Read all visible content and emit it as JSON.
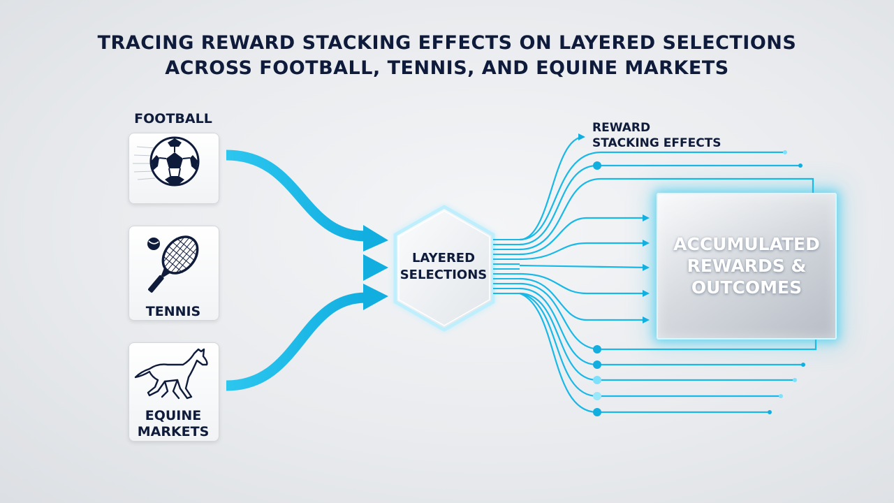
{
  "title": {
    "line1": "TRACING REWARD STACKING EFFECTS ON LAYERED SELECTIONS",
    "line2": "ACROSS FOOTBALL, TENNIS, AND EQUINE MARKETS"
  },
  "sources": {
    "football": {
      "label": "FOOTBALL",
      "icon": "soccer-ball-icon"
    },
    "tennis": {
      "label": "TENNIS",
      "icon": "tennis-racket-icon"
    },
    "equine": {
      "label_line1": "EQUINE",
      "label_line2": "MARKETS",
      "icon": "horse-icon"
    }
  },
  "hub": {
    "line1": "LAYERED",
    "line2": "SELECTIONS"
  },
  "stacking": {
    "line1": "REWARD",
    "line2": "STACKING EFFECTS"
  },
  "output": {
    "line1": "ACCUMULATED",
    "line2": "REWARDS &",
    "line3": "OUTCOMES"
  },
  "colors": {
    "accent": "#19b8e6",
    "accent_dark": "#0c9fd0",
    "text": "#0f1b3a"
  }
}
